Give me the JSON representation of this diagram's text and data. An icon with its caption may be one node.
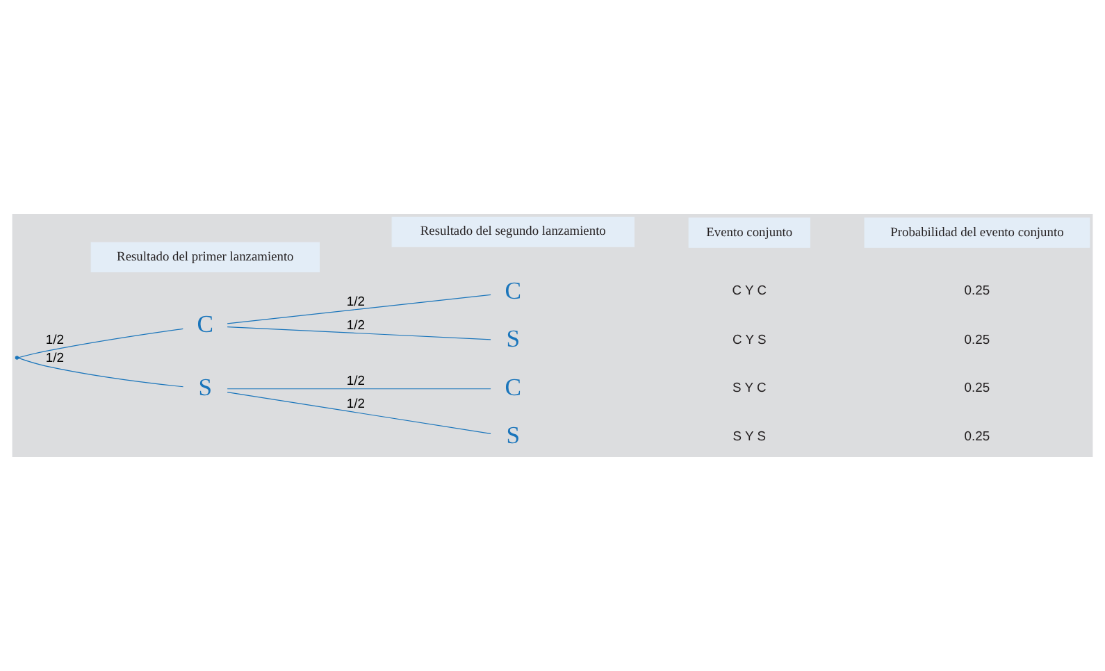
{
  "diagram": {
    "nodes": [
      {
        "text": [
          "Resultado del primer lanzamiento"
        ]
      },
      {
        "text": [
          "Resultado del segundo lanzamiento"
        ]
      },
      {
        "text": [
          "Evento conjunto"
        ]
      },
      {
        "text": [
          "Probabilidad del evento conjunto"
        ]
      },
      {
        "text": [],
        "shape": "point"
      },
      {
        "text": [
          "C"
        ]
      },
      {
        "text": [
          "S"
        ]
      },
      {
        "text": [
          "C"
        ]
      },
      {
        "text": [
          "S"
        ]
      },
      {
        "text": [
          "C"
        ]
      },
      {
        "text": [
          "S"
        ]
      }
    ],
    "edges": [
      {
        "from": 4,
        "to": 5,
        "arrow": "none",
        "label": "1/2"
      },
      {
        "from": 4,
        "to": 6,
        "arrow": "none",
        "label": "1/2"
      },
      {
        "from": 5,
        "to": 7,
        "arrow": "none",
        "label": "1/2"
      },
      {
        "from": 5,
        "to": 8,
        "arrow": "none",
        "label": "1/2"
      },
      {
        "from": 6,
        "to": 9,
        "arrow": "none",
        "label": "1/2"
      },
      {
        "from": 6,
        "to": 10,
        "arrow": "none",
        "label": "1/2"
      }
    ],
    "labels": [
      "C Y C",
      "0.25",
      "C Y S",
      "0.25",
      "S Y C",
      "0.25",
      "S Y S",
      "0.25"
    ]
  }
}
